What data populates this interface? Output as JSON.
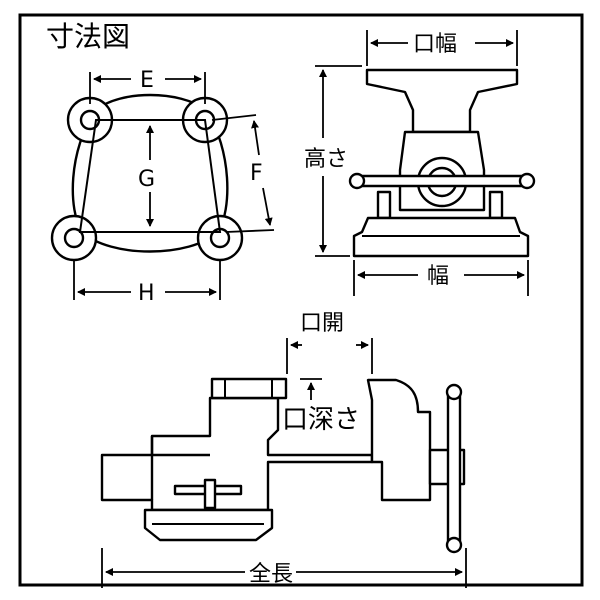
{
  "title": "寸法図",
  "base_view": {
    "E": "E",
    "G": "G",
    "F": "F",
    "H": "H"
  },
  "front_view": {
    "jaw_width": "口幅",
    "height": "高さ",
    "width": "幅"
  },
  "side_view": {
    "jaw_opening": "口開",
    "throat_depth": "口深さ",
    "overall_length": "全長"
  }
}
